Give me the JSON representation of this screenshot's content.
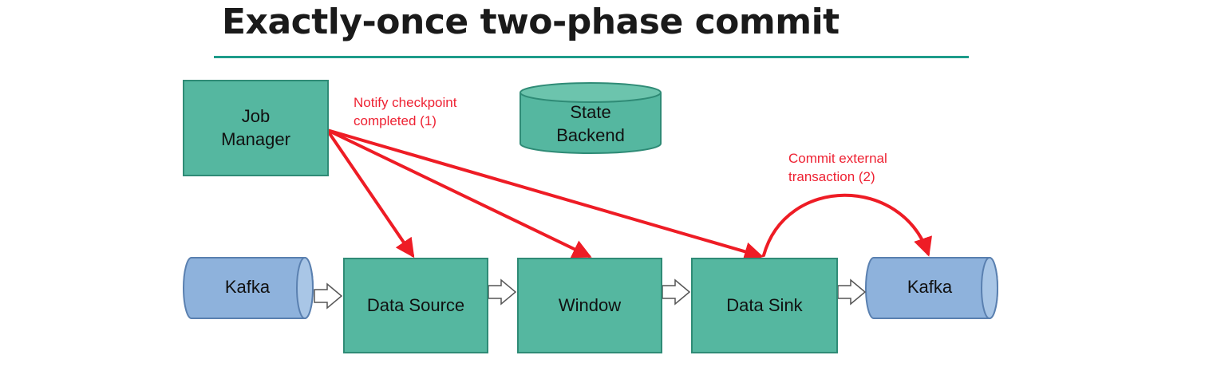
{
  "title": "Exactly-once two-phase commit",
  "colors": {
    "accent_rule": "#1e9c8a",
    "operator_fill": "#55b7a0",
    "operator_border": "#2f8b76",
    "kafka_fill": "#8eb2dc",
    "kafka_border": "#5a80b0",
    "arrow_red": "#ee1c25"
  },
  "nodes": {
    "job_manager": "Job\nManager",
    "state_backend": "State\nBackend",
    "kafka_source": "Kafka",
    "data_source": "Data Source",
    "window": "Window",
    "data_sink": "Data Sink",
    "kafka_sink": "Kafka"
  },
  "annotations": {
    "notify": "Notify checkpoint\ncompleted (1)",
    "commit": "Commit external\ntransaction (2)"
  }
}
